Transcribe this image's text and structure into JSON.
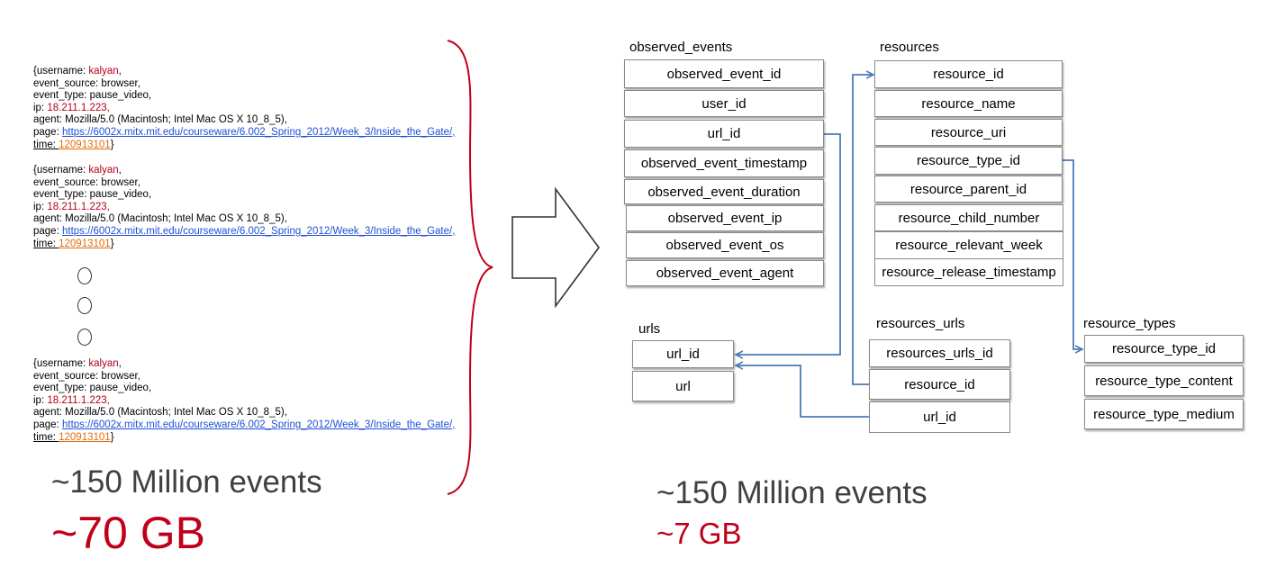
{
  "raw_logs": {
    "entries": [
      {
        "username_key": "{username: ",
        "username": "kalyan",
        "username_end": ",",
        "event_source": "event_source: browser,",
        "event_type": "event_type: pause_video,",
        "ip_key": "ip: ",
        "ip": "18.211.1.223",
        "ip_end": ",",
        "agent": "agent: Mozilla/5.0 (Macintosh; Intel Mac OS X 10_8_5),",
        "page_key": "page: ",
        "page_url": "https://6002x.mitx.mit.edu/courseware/6.002_Spring_2012/Week_3/Inside_the_Gate/",
        "page_end": ",",
        "time_key": "time: ",
        "time": "120913101",
        "time_end": "}"
      },
      {
        "username_key": "{username: ",
        "username": "kalyan",
        "username_end": ",",
        "event_source": "event_source: browser,",
        "event_type": "event_type: pause_video,",
        "ip_key": "ip: ",
        "ip": "18.211.1.223",
        "ip_end": ",",
        "agent": "agent: Mozilla/5.0 (Macintosh; Intel Mac OS X 10_8_5),",
        "page_key": "page: ",
        "page_url": "https://6002x.mitx.mit.edu/courseware/6.002_Spring_2012/Week_3/Inside_the_Gate/",
        "page_end": ",",
        "time_key": "time: ",
        "time": "120913101",
        "time_end": "}"
      },
      {
        "username_key": "{username: ",
        "username": "kalyan",
        "username_end": ",",
        "event_source": "event_source: browser,",
        "event_type": "event_type: pause_video,",
        "ip_key": "ip: ",
        "ip": "18.211.1.223",
        "ip_end": ",",
        "agent": "agent: Mozilla/5.0 (Macintosh; Intel Mac OS X 10_8_5),",
        "page_key": "page: ",
        "page_url": "https://6002x.mitx.mit.edu/courseware/6.002_Spring_2012/Week_3/Inside_the_Gate/",
        "page_end": ",",
        "time_key": "time: ",
        "time": "120913101",
        "time_end": "}"
      }
    ],
    "events_count": "~150 Million events",
    "size": "~70 GB"
  },
  "schema": {
    "events_count": "~150 Million events",
    "size": "~7 GB",
    "tables": {
      "observed_events": {
        "name": "observed_events",
        "fields": [
          "observed_event_id",
          "user_id",
          "url_id",
          "observed_event_timestamp",
          "observed_event_duration",
          "observed_event_ip",
          "observed_event_os",
          "observed_event_agent"
        ]
      },
      "resources": {
        "name": "resources",
        "fields": [
          "resource_id",
          "resource_name",
          "resource_uri",
          "resource_type_id",
          "resource_parent_id",
          "resource_child_number",
          "resource_relevant_week",
          "resource_release_timestamp"
        ]
      },
      "urls": {
        "name": "urls",
        "fields": [
          "url_id",
          "url"
        ]
      },
      "resources_urls": {
        "name": "resources_urls",
        "fields": [
          "resources_urls_id",
          "resource_id",
          "url_id"
        ]
      },
      "resource_types": {
        "name": "resource_types",
        "fields": [
          "resource_type_id",
          "resource_type_content",
          "resource_type_medium"
        ]
      }
    }
  },
  "colors": {
    "accent_red": "#c0001a",
    "connector_blue": "#4a7ab8",
    "gray_text": "#404040"
  }
}
